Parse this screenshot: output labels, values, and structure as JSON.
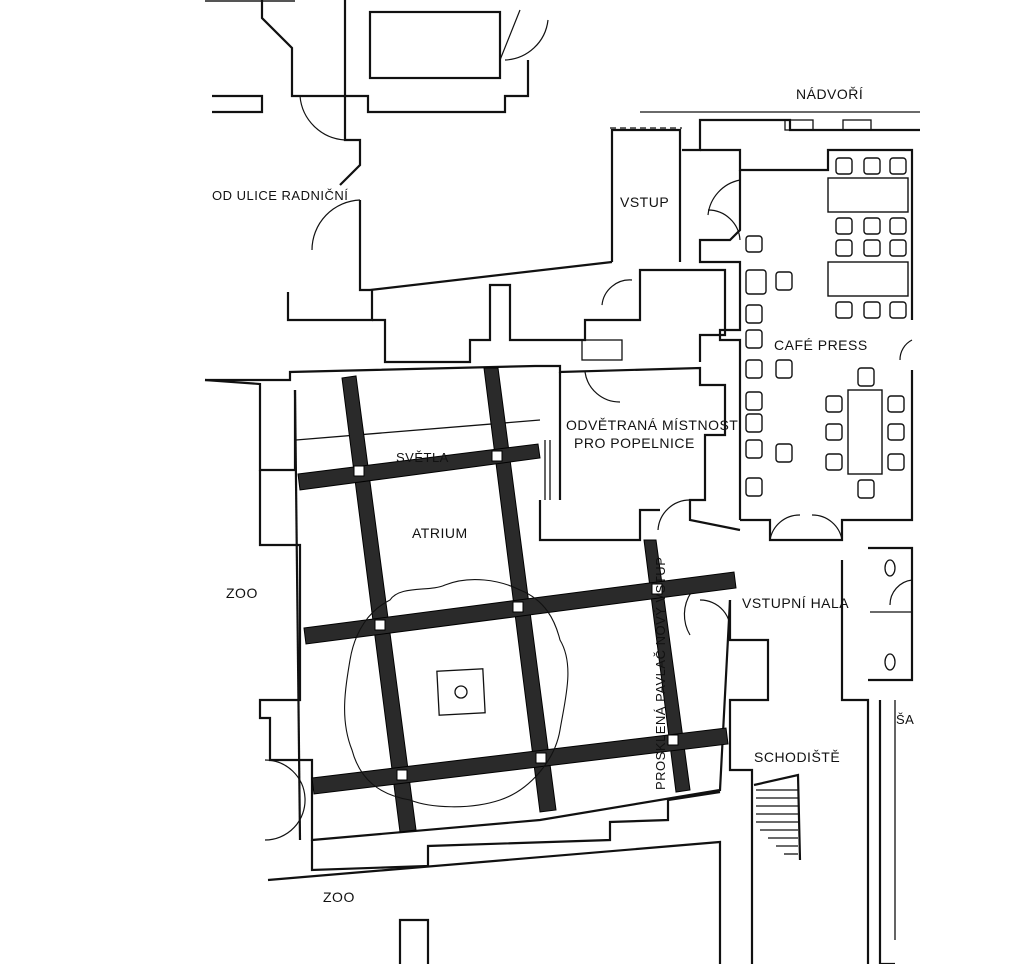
{
  "labels": {
    "courtyard": "NÁDVOŘÍ",
    "street": "OD ULICE RADNIČNÍ",
    "entrance": "VSTUP",
    "cafe": "CAFÉ PRESS",
    "bin_room_line1": "ODVĚTRANÁ MÍSTNOST",
    "bin_room_line2": "PRO POPELNICE",
    "light": "SVĚTLA",
    "atrium": "ATRIUM",
    "zoo_west": "ZOO",
    "zoo_south": "ZOO",
    "gallery": "PROSKLENÁ PAVLAČ NOVÝ VSTUP",
    "hall": "VSTUPNÍ HALA",
    "stairs": "SCHODIŠTĚ",
    "partial": "ŠA"
  }
}
